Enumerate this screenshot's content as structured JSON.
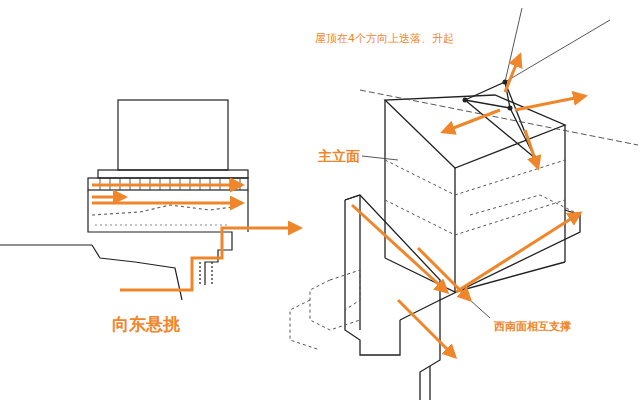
{
  "diagram": {
    "labels": [
      "屋顶在4个方向上迭落、升起",
      "主立面",
      "西南面相互支撑",
      "向东悬挑"
    ]
  }
}
